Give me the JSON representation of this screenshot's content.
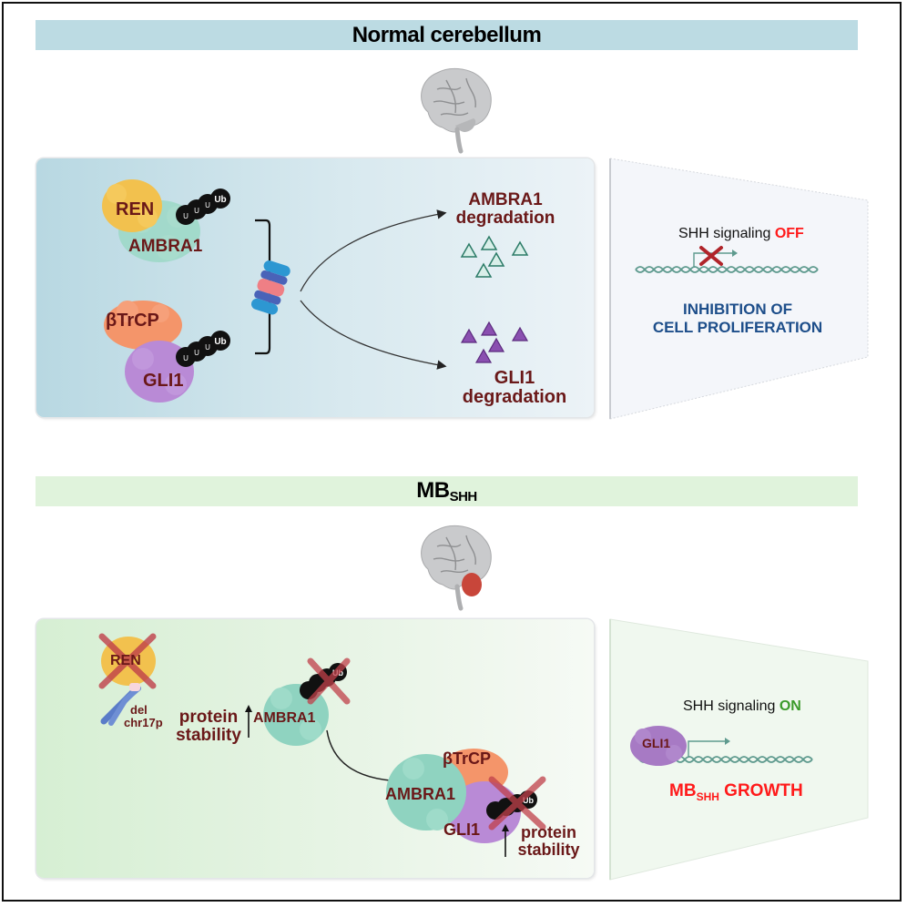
{
  "sections": {
    "normal": {
      "title": "Normal cerebellum",
      "left_panel": {
        "ren_label": "REN",
        "ambra1_label": "AMBRA1",
        "btrcp_label": "βTrCP",
        "gli1_label": "GLI1",
        "ub_chain": [
          "Ub",
          "Ub",
          "Ub",
          "Ub"
        ],
        "ambra1_degradation_line1": "AMBRA1",
        "ambra1_degradation_line2": "degradation",
        "gli1_degradation_line1": "GLI1",
        "gli1_degradation_line2": "degradation"
      },
      "right_panel": {
        "signaling_prefix": "SHH signaling ",
        "signaling_state": "OFF",
        "outcome_line1": "INHIBITION OF",
        "outcome_line2": "CELL PROLIFERATION"
      }
    },
    "mb": {
      "title_main": "MB",
      "title_sub": "SHH",
      "left_panel": {
        "ren_label": "REN",
        "del_label": "del",
        "chr_label": "chr17p",
        "stability_line1": "protein",
        "stability_line2": "stability",
        "ambra1_label": "AMBRA1",
        "complex_ambra1_label": "AMBRA1",
        "complex_btrcp_label": "βTrCP",
        "complex_gli1_label": "GLI1",
        "stability2_line1": "protein",
        "stability2_line2": "stability",
        "ub_label": "Ub"
      },
      "right_panel": {
        "signaling_prefix": "SHH signaling ",
        "signaling_state": "ON",
        "gli1_label": "GLI1",
        "outcome_main": "MB",
        "outcome_sub": "SHH",
        "outcome_rest": " GROWTH"
      }
    }
  },
  "colors": {
    "label_dark_red": "#6a1818",
    "off_red": "#ff1a1a",
    "on_green": "#3a9a2a",
    "outcome_blue": "#1d4e8a",
    "growth_red": "#ff1a1a",
    "ren_yellow": "#f2c14e",
    "ambra1_teal": "#8fd3c0",
    "btrcp_orange": "#f4956a",
    "gli1_purple": "#b98ad6",
    "dna_teal": "#5e9a8e"
  }
}
